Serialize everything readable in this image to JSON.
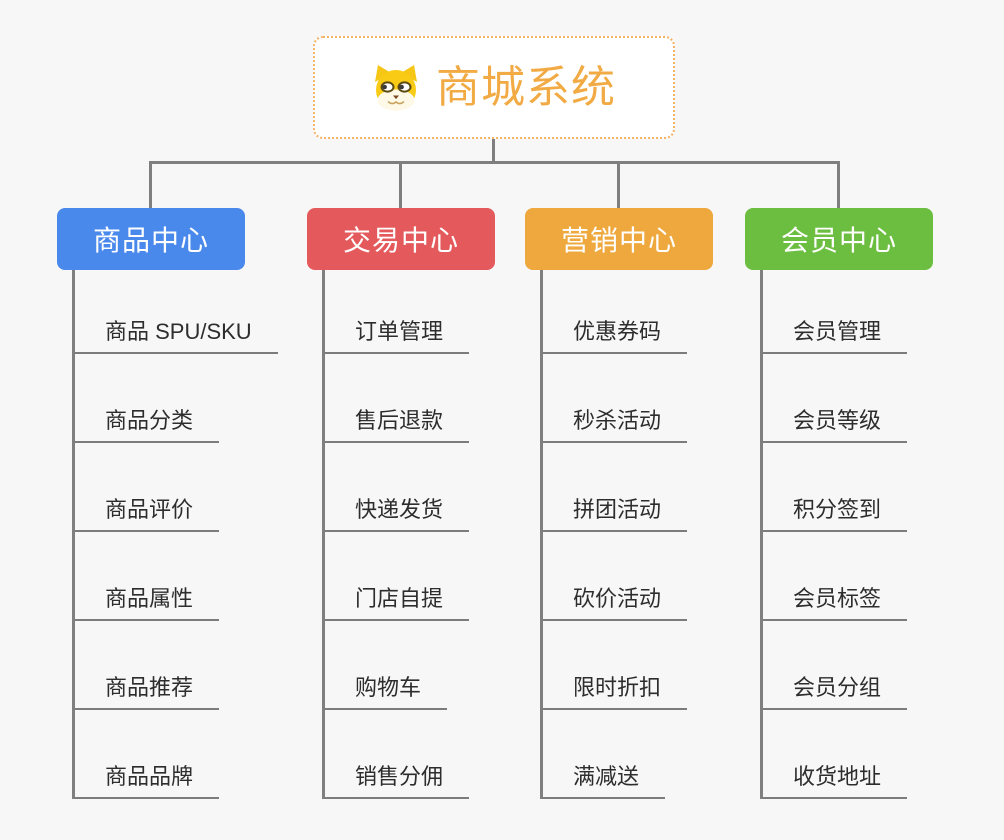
{
  "root": {
    "title": "商城系统",
    "icon": "doge-icon"
  },
  "branches": [
    {
      "label": "商品中心",
      "color": "#4A89EC",
      "children": [
        "商品 SPU/SKU",
        "商品分类",
        "商品评价",
        "商品属性",
        "商品推荐",
        "商品品牌"
      ]
    },
    {
      "label": "交易中心",
      "color": "#E4595C",
      "children": [
        "订单管理",
        "售后退款",
        "快递发货",
        "门店自提",
        "购物车",
        "销售分佣"
      ]
    },
    {
      "label": "营销中心",
      "color": "#EEA83E",
      "children": [
        "优惠券码",
        "秒杀活动",
        "拼团活动",
        "砍价活动",
        "限时折扣",
        "满减送"
      ]
    },
    {
      "label": "会员中心",
      "color": "#6CBE40",
      "children": [
        "会员管理",
        "会员等级",
        "积分签到",
        "会员标签",
        "会员分组",
        "收货地址"
      ]
    }
  ],
  "layout_colors": {
    "background": "#F7F7F7",
    "connector_line": "#7F7F7F",
    "root_text": "#F2AB44",
    "root_border": "#F3B266",
    "child_text": "#2D2D2D"
  }
}
